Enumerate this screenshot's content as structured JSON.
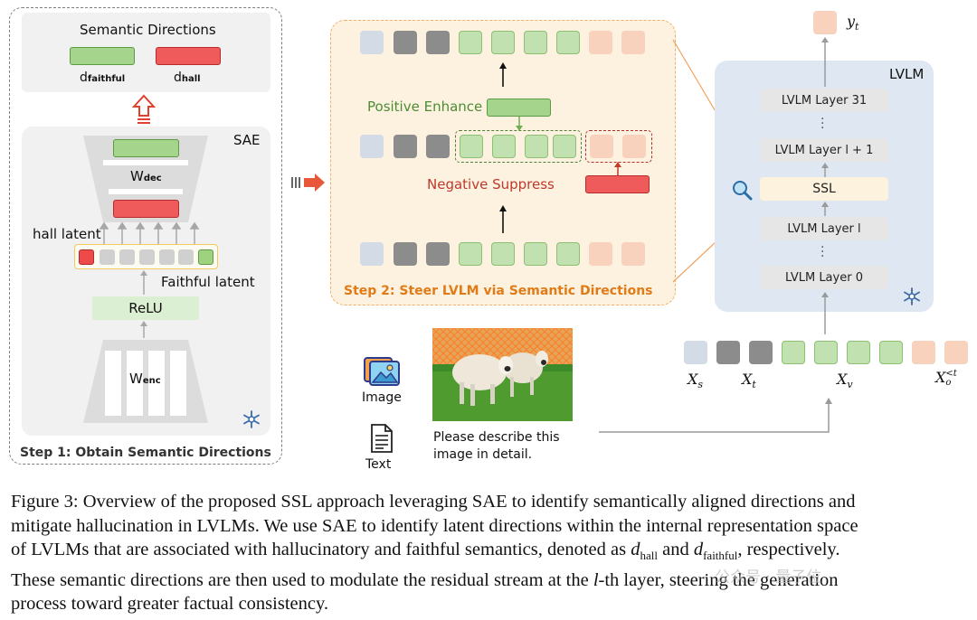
{
  "step1": {
    "semantic_title": "Semantic Directions",
    "d_faithful_base": "d",
    "d_faithful_sub": "faithful",
    "d_hall_base": "d",
    "d_hall_sub": "hall",
    "sae_label": "SAE",
    "w_dec_base": "W",
    "w_dec_sub": "dec",
    "w_enc_base": "W",
    "w_enc_sub": "enc",
    "hall_latent": "hall latent",
    "faithful_latent": "Faithful latent",
    "relu": "ReLU",
    "caption": "Step 1: Obtain Semantic Directions"
  },
  "step2": {
    "positive": "Positive Enhance",
    "negative": "Negative Suppress",
    "caption": "Step 2: Steer LVLM via Semantic Directions"
  },
  "lvlm": {
    "title": "LVLM",
    "layer_31": "LVLM Layer 31",
    "layer_l1": "LVLM Layer l + 1",
    "ssl": "SSL",
    "layer_l": "LVLM Layer l",
    "layer_0": "LVLM Layer 0",
    "output": "y",
    "output_sub": "t"
  },
  "tokens": {
    "xs": "X",
    "xs_sub": "s",
    "xt": "X",
    "xt_sub": "t",
    "xv": "X",
    "xv_sub": "v",
    "xo": "X",
    "xo_sub": "o",
    "xo_sup": "<t"
  },
  "inputs": {
    "image_label": "Image",
    "text_label": "Text",
    "prompt_line1": "Please describe this",
    "prompt_line2": "image in detail."
  },
  "caption": {
    "line1": "Figure 3: Overview of the proposed SSL approach leveraging SAE to identify semantically aligned directions and",
    "line2": "mitigate hallucination in LVLMs. We use SAE to identify latent directions within the internal representation space",
    "line3a": "of LVLMs that are associated with hallucinatory and faithful semantics, denoted as ",
    "line3_dhall": "d",
    "line3_dhall_sub": "hall",
    "line3b": " and ",
    "line3_dfaith": "d",
    "line3_dfaith_sub": "faithful",
    "line3c": ", respectively.",
    "line4a": "These semantic directions are then used to modulate the residual stream at the ",
    "line4_l": "l",
    "line4b": "-th layer, steering the generation",
    "line5": "process toward greater factual consistency."
  },
  "watermark": "公众号 · 量子位"
}
